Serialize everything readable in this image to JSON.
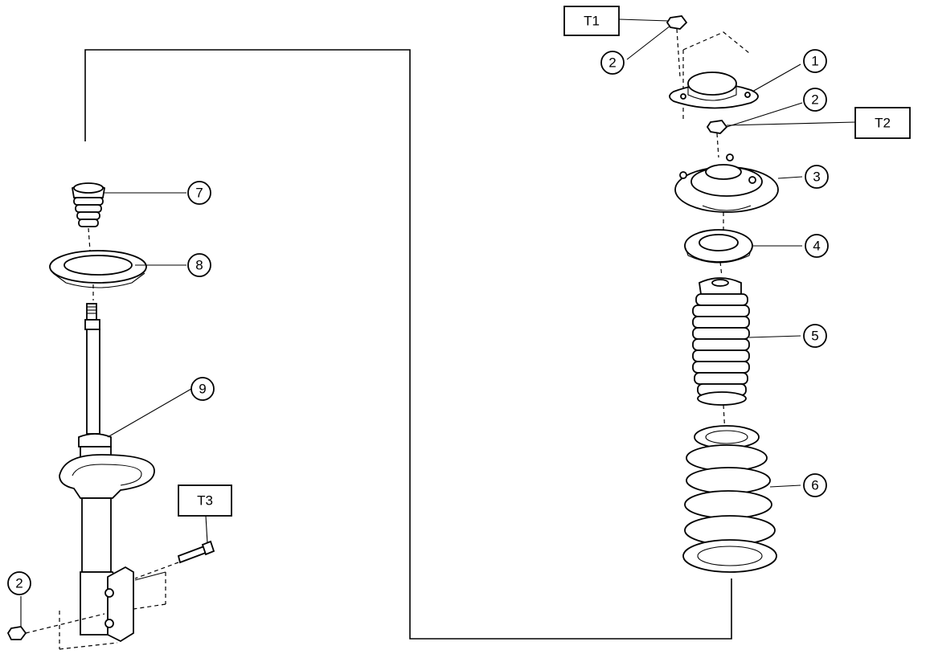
{
  "callouts": [
    {
      "id": "1",
      "label": "1"
    },
    {
      "id": "2",
      "label": "2"
    },
    {
      "id": "3",
      "label": "3"
    },
    {
      "id": "4",
      "label": "4"
    },
    {
      "id": "5",
      "label": "5"
    },
    {
      "id": "6",
      "label": "6"
    },
    {
      "id": "7",
      "label": "7"
    },
    {
      "id": "8",
      "label": "8"
    },
    {
      "id": "9",
      "label": "9"
    }
  ],
  "torque_labels": {
    "t1": "T1",
    "t2": "T2",
    "t3": "T3"
  }
}
